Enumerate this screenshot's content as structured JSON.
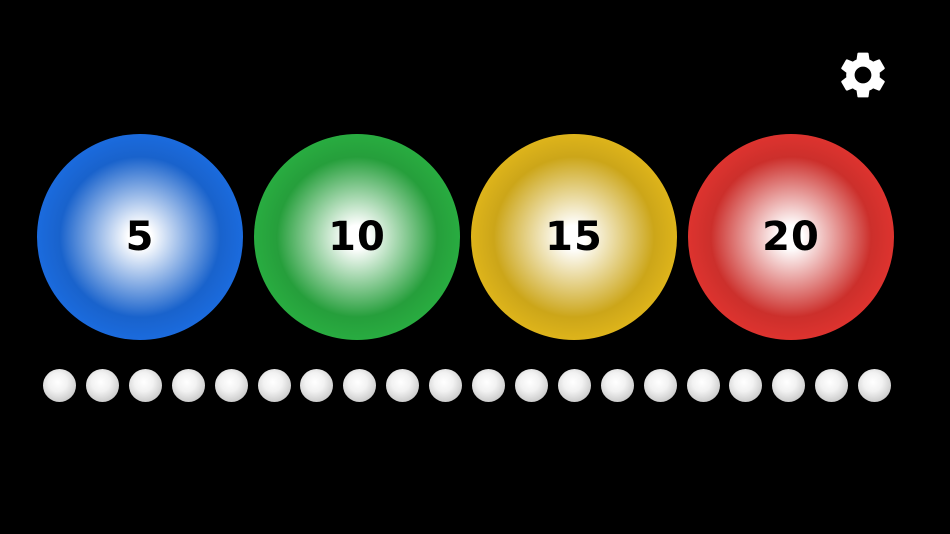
{
  "settings": {
    "icon": "gear-icon",
    "color": "#ffffff"
  },
  "balls": [
    {
      "label": "5",
      "color": "#1f7bff"
    },
    {
      "label": "10",
      "color": "#2fc64a"
    },
    {
      "label": "15",
      "color": "#ffcf1f"
    },
    {
      "label": "20",
      "color": "#ff3b36"
    }
  ],
  "dots": {
    "count": 20,
    "color": "#e6e6e6"
  }
}
